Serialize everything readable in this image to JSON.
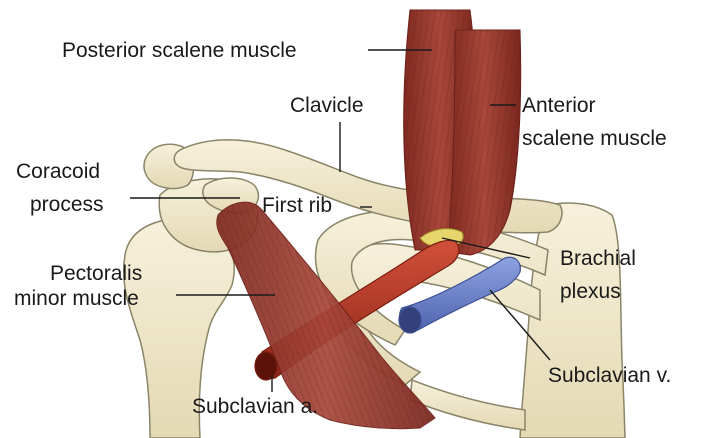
{
  "labels": {
    "posterior_scalene": "Posterior scalene muscle",
    "clavicle": "Clavicle",
    "anterior_scalene_1": "Anterior",
    "anterior_scalene_2": "scalene muscle",
    "coracoid_1": "Coracoid",
    "coracoid_2": "process",
    "first_rib": "First rib",
    "brachial_1": "Brachial",
    "brachial_2": "plexus",
    "pectoralis_1": "Pectoralis",
    "pectoralis_2": "minor muscle",
    "subclavian_v": "Subclavian v.",
    "subclavian_a": "Subclavian a."
  },
  "colors": {
    "bone": "#f2ead0",
    "bone_outline": "#8a8468",
    "muscle": "#9e3a2f",
    "muscle_dark": "#6e211a",
    "artery": "#b83a24",
    "vein": "#6f86cf",
    "nerve": "#e6d56a",
    "leader": "#1a1a1a"
  }
}
